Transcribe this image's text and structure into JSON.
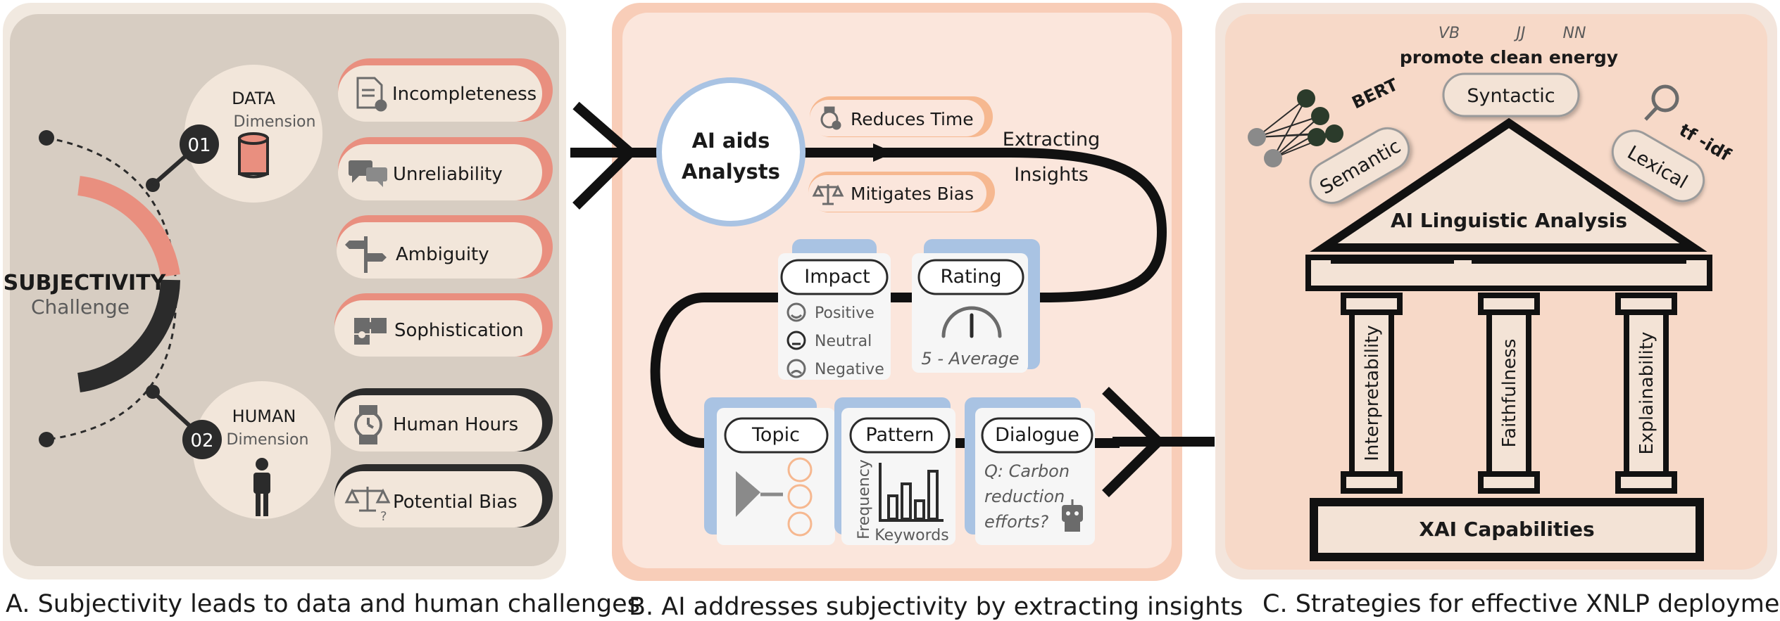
{
  "panelA": {
    "caption": "A. Subjectivity leads to data and human challenges",
    "center_title": "SUBJECTIVITY",
    "center_sub": "Challenge",
    "data_dim": {
      "num": "01",
      "title": "DATA",
      "sub": "Dimension"
    },
    "human_dim": {
      "num": "02",
      "title": "HUMAN",
      "sub": "Dimension"
    },
    "data_items": [
      "Incompleteness",
      "Unreliability",
      "Ambiguity",
      "Sophistication"
    ],
    "human_items": [
      "Human Hours",
      "Potential Bias"
    ],
    "colors": {
      "panel": "#d7cdc2",
      "pill": "#f2e6da",
      "accent": "#e98f7f",
      "dark": "#2b2b2b"
    }
  },
  "panelB": {
    "caption": "B. AI addresses subjectivity by extracting insights",
    "hub_line1": "AI aids",
    "hub_line2": "Analysts",
    "benefits": [
      "Reduces Time",
      "Mitigates Bias"
    ],
    "flow_label_line1": "Extracting",
    "flow_label_line2": "Insights",
    "impact": {
      "title": "Impact",
      "items": [
        "Positive",
        "Neutral",
        "Negative"
      ]
    },
    "rating": {
      "title": "Rating",
      "value": "5 - Average"
    },
    "topic": {
      "title": "Topic"
    },
    "pattern": {
      "title": "Pattern",
      "xlabel": "Keywords",
      "ylabel": "Frequency"
    },
    "dialogue": {
      "title": "Dialogue",
      "lines": [
        "Q: Carbon",
        "reduction",
        "efforts?"
      ]
    },
    "colors": {
      "panel": "#fbe3d8",
      "card_back": "#a9c3e3",
      "card": "#f6f6f6",
      "hub_ring": "#a9c3e3"
    }
  },
  "panelC": {
    "caption": "C. Strategies for effective XNLP deployment",
    "pos_tags": [
      "VB",
      "JJ",
      "NN"
    ],
    "phrase": "promote clean energy",
    "syntactic": "Syntactic",
    "semantic": "Semantic",
    "lexical": "Lexical",
    "bert": "BERT",
    "tfidf": "tf -idf",
    "roof": "AI Linguistic Analysis",
    "pillars": [
      "Interpretability",
      "Faithfulness",
      "Explainability"
    ],
    "base": "XAI Capabilities",
    "colors": {
      "panel": "#f7d9c8",
      "temple": "#f3e3d6",
      "stroke": "#111111"
    }
  }
}
